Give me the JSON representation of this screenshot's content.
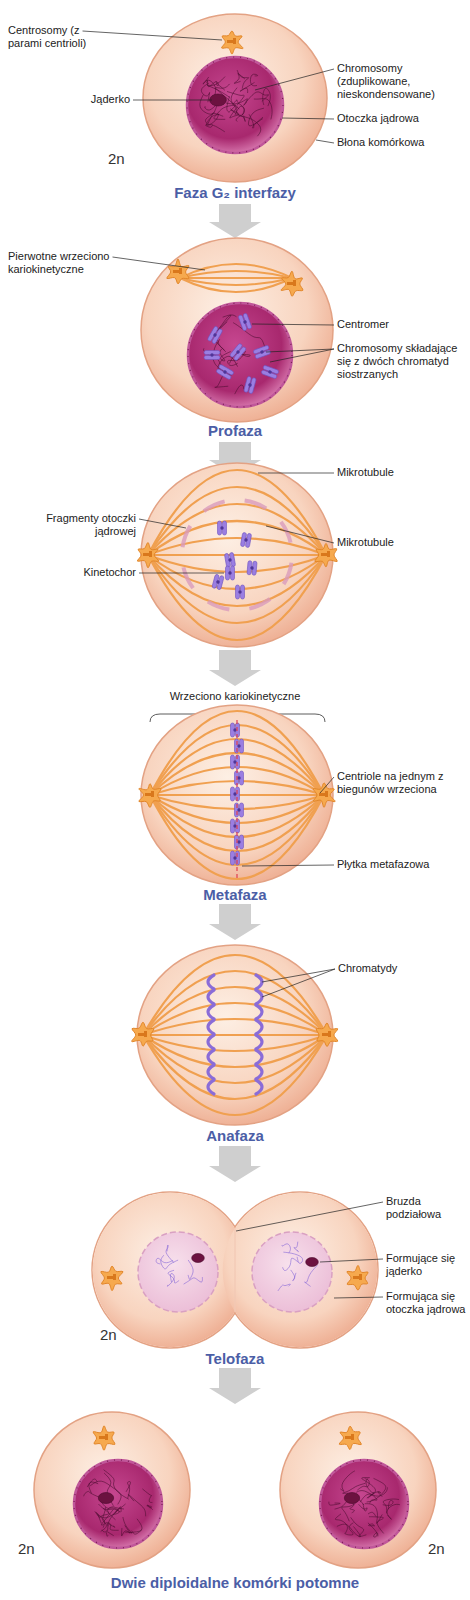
{
  "diagram": {
    "labels": [
      "Centrosomy (z parami centrioli)",
      "Jąderko",
      "Chromosomy (zduplikowane, nieskondensowane)",
      "Otoczka jądrowa",
      "Błona komórkowa",
      "2n",
      "Faza G₂ interfazy",
      "Pierwotne wrzeciono kariokinetyczne",
      "Centromer",
      "Chromosomy składające się z dwóch chromatyd siostrzanych",
      "Profaza",
      "Mikrotubule",
      "Fragmenty otoczki jądrowej",
      "Mikrotubule",
      "Kinetochor",
      "Wrzeciono kariokinetyczne",
      "Centriole na jednym z biegunów wrzeciona",
      "Płytka metafazowa",
      "Metafaza",
      "Chromatydy",
      "Anafaza",
      "Bruzda podziałowa",
      "Formujące się jąderko",
      "Formująca się otoczka jądrowa",
      "2n",
      "Telofaza",
      "2n",
      "2n",
      "Dwie diploidalne komórki potomne"
    ]
  }
}
